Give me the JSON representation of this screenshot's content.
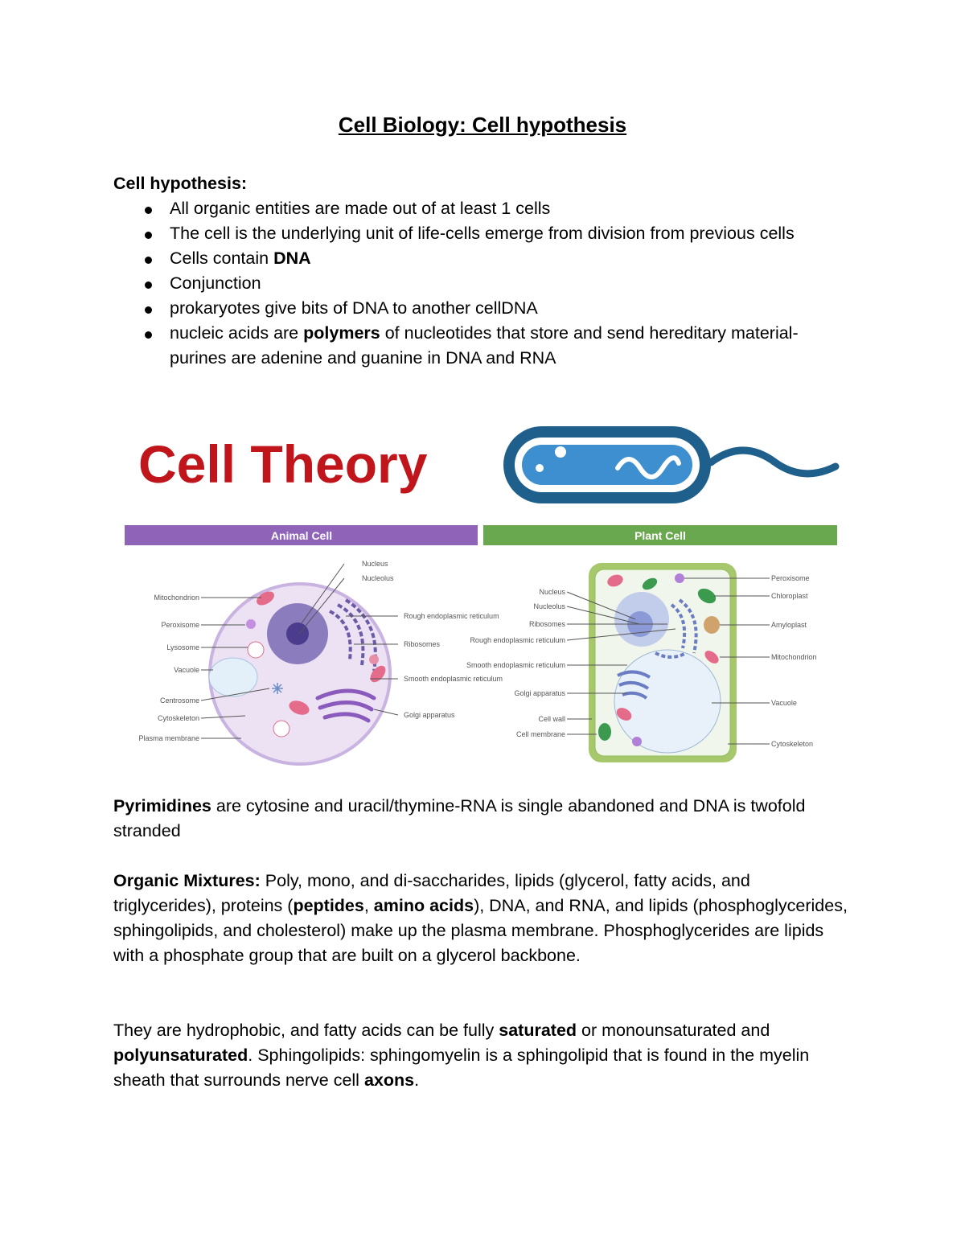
{
  "title": "Cell Biology: Cell hypothesis",
  "section1": {
    "heading": "Cell hypothesis:",
    "bullets": [
      [
        "All organic entities are made out of at least 1 cells"
      ],
      [
        "The cell is the underlying unit of life-cells emerge from division from previous cells"
      ],
      [
        "Cells contain ",
        "DNA"
      ],
      [
        "Conjunction"
      ],
      [
        "prokaryotes give bits of DNA to another cellDNA"
      ],
      [
        "nucleic acids are ",
        "polymers",
        " of nucleotides that store and send hereditary material-purines are adenine and guanine in DNA and RNA"
      ]
    ]
  },
  "figure": {
    "title": "Cell Theory",
    "animal": {
      "header": "Animal Cell",
      "labels_left": [
        "Mitochondrion",
        "Peroxisome",
        "Lysosome",
        "Vacuole",
        "Centrosome",
        "Cytoskeleton",
        "Plasma membrane"
      ],
      "labels_right": [
        "Nucleus",
        "Nucleolus",
        "Rough endoplasmic reticulum",
        "Ribosomes",
        "Smooth endoplasmic reticulum",
        "Golgi apparatus"
      ]
    },
    "plant": {
      "header": "Plant Cell",
      "labels_left": [
        "Nucleus",
        "Nucleolus",
        "Ribosomes",
        "Rough endoplasmic reticulum",
        "Smooth endoplasmic reticulum",
        "Golgi apparatus",
        "Cell wall",
        "Cell membrane"
      ],
      "labels_right": [
        "Peroxisome",
        "Chloroplast",
        "Amyloplast",
        "Mitochondrion",
        "Vacuole",
        "Cytoskeleton"
      ]
    },
    "colors": {
      "title_red": "#c0151b",
      "bacterium_blue": "#1f5f8b",
      "animal_header": "#8e63b8",
      "plant_header": "#6aa84f"
    }
  },
  "para1": [
    "Pyrimidines",
    " are cytosine and uracil/thymine-RNA is single abandoned and DNA is twofold stranded"
  ],
  "para2": {
    "label": "Organic Mixtures:",
    "parts": [
      " Poly, mono, and di-saccharides, lipids (glycerol, fatty acids, and triglycerides), proteins (",
      "peptides",
      ", ",
      "amino acids",
      "), DNA, and RNA, and lipids (phosphoglycerides, sphingolipids, and cholesterol) make up the plasma membrane. Phosphoglycerides are lipids with a phosphate group that are built on a glycerol backbone."
    ]
  },
  "para3": [
    "They are hydrophobic, and fatty acids can be fully ",
    "saturated",
    " or monounsaturated and ",
    "polyunsaturated",
    ". Sphingolipids: sphingomyelin is a sphingolipid that is found in the myelin sheath that surrounds nerve cell ",
    "axons",
    "."
  ]
}
